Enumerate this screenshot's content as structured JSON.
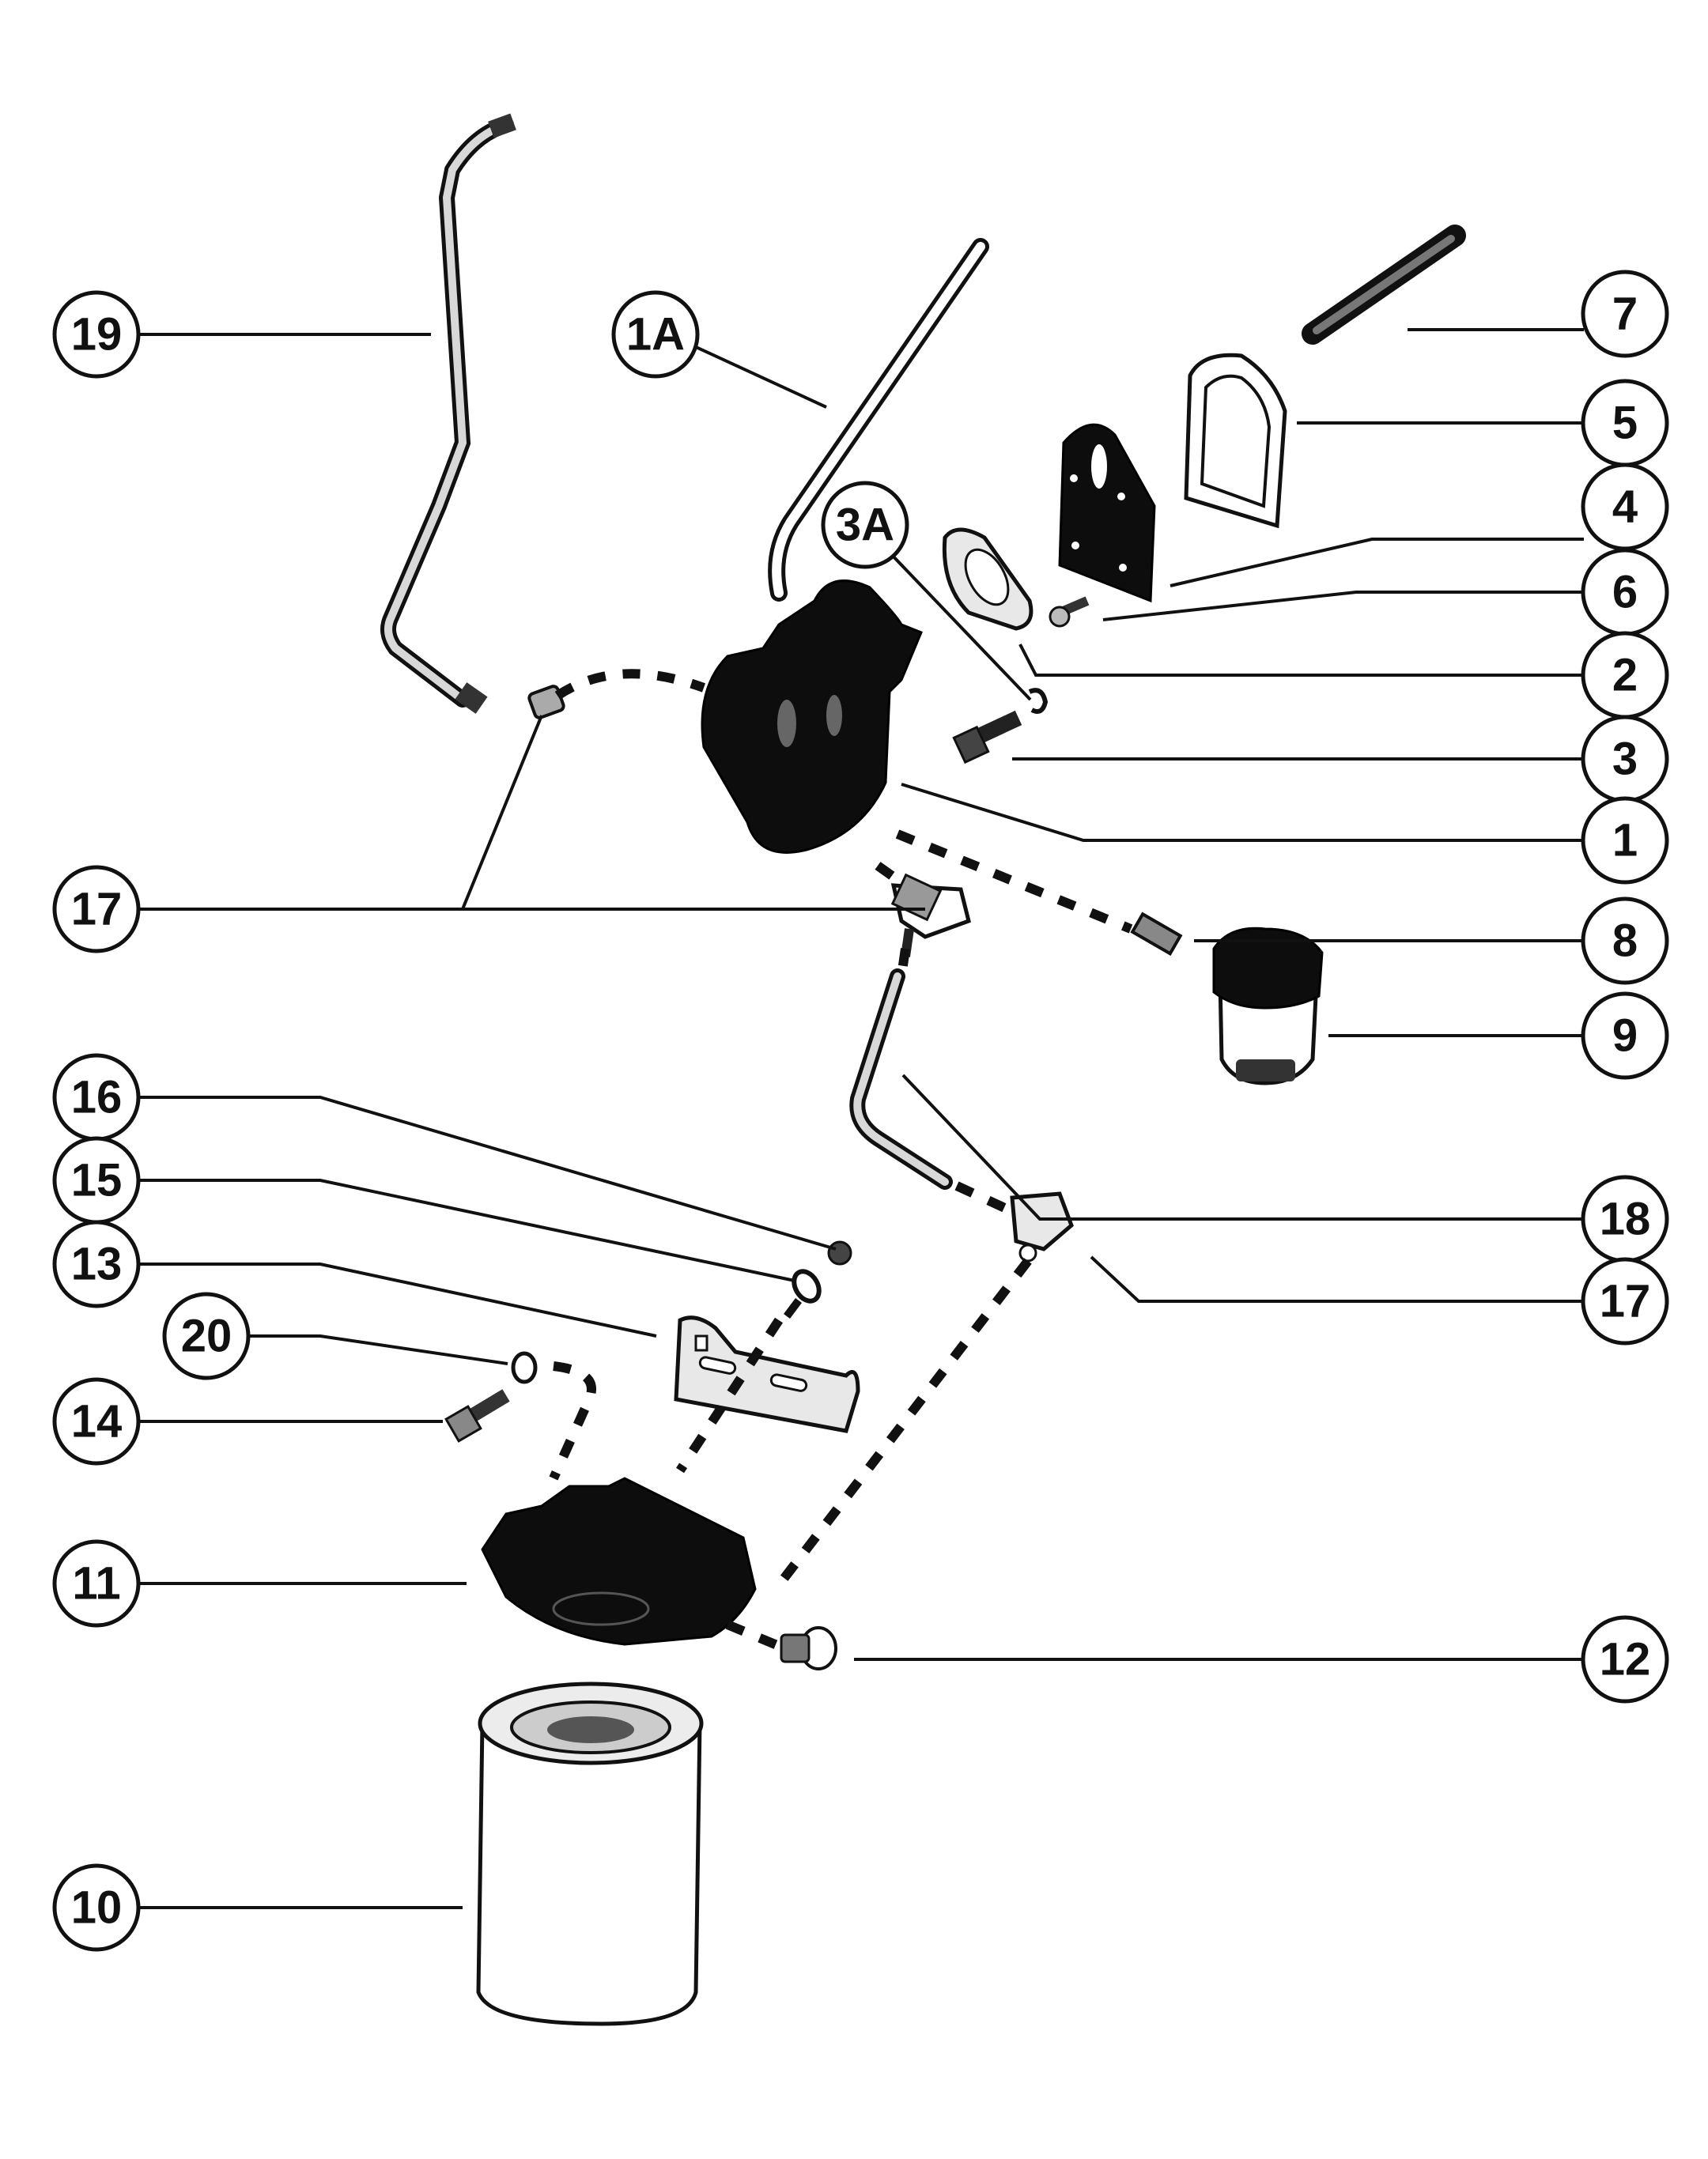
{
  "diagram": {
    "title": "",
    "type": "exploded parts diagram",
    "callouts": [
      {
        "id": "19",
        "label": "19",
        "part": "fuel-line-tube"
      },
      {
        "id": "1A",
        "label": "1A",
        "part": "hose"
      },
      {
        "id": "7",
        "label": "7",
        "part": "push-rod"
      },
      {
        "id": "5",
        "label": "5",
        "part": "gasket-cover"
      },
      {
        "id": "3A",
        "label": "3A",
        "part": "lock-washer"
      },
      {
        "id": "4",
        "label": "4",
        "part": "plate"
      },
      {
        "id": "6",
        "label": "6",
        "part": "screw"
      },
      {
        "id": "2",
        "label": "2",
        "part": "gasket-pump"
      },
      {
        "id": "3",
        "label": "3",
        "part": "bolt"
      },
      {
        "id": "1",
        "label": "1",
        "part": "fuel-pump"
      },
      {
        "id": "17a",
        "label": "17",
        "part": "elbow-fitting"
      },
      {
        "id": "8",
        "label": "8",
        "part": "connector-fitting"
      },
      {
        "id": "9",
        "label": "9",
        "part": "sight-bowl-filter"
      },
      {
        "id": "16",
        "label": "16",
        "part": "nut"
      },
      {
        "id": "15",
        "label": "15",
        "part": "stud-eye"
      },
      {
        "id": "13",
        "label": "13",
        "part": "mounting-bracket"
      },
      {
        "id": "18",
        "label": "18",
        "part": "fuel-line-tube-short"
      },
      {
        "id": "17b",
        "label": "17",
        "part": "elbow-fitting"
      },
      {
        "id": "20",
        "label": "20",
        "part": "washer"
      },
      {
        "id": "14",
        "label": "14",
        "part": "bolt-bracket"
      },
      {
        "id": "11",
        "label": "11",
        "part": "filter-base"
      },
      {
        "id": "12",
        "label": "12",
        "part": "plug"
      },
      {
        "id": "10",
        "label": "10",
        "part": "fuel-filter-cartridge"
      }
    ]
  }
}
